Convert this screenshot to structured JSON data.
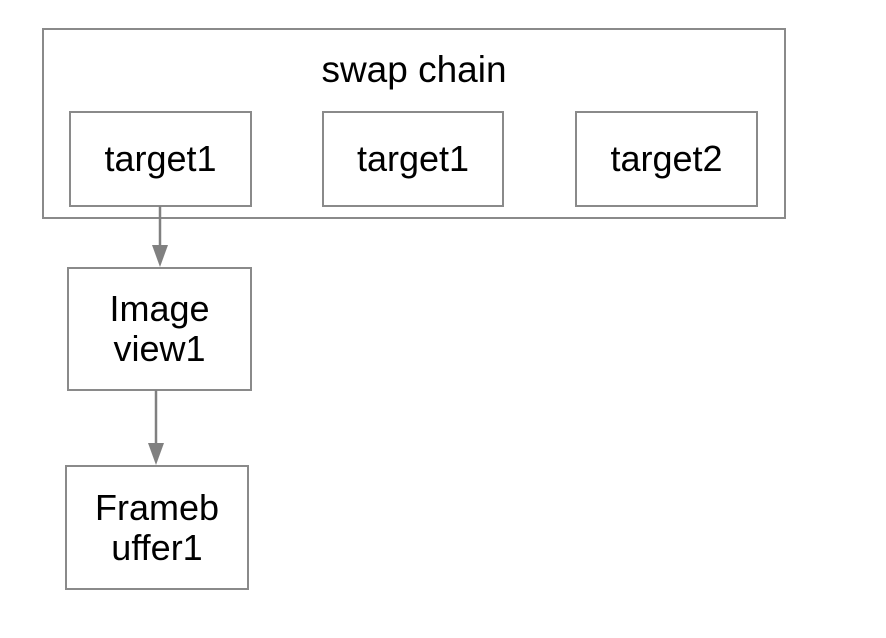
{
  "diagram": {
    "container": {
      "title": "swap chain"
    },
    "nodes": {
      "target_a": "target1",
      "target_b": "target1",
      "target_c": "target2",
      "image_view": "Image\nview1",
      "framebuffer": "Frameb\nuffer1"
    },
    "edges": [
      {
        "from": "target_a",
        "to": "image_view"
      },
      {
        "from": "image_view",
        "to": "framebuffer"
      }
    ],
    "colors": {
      "stroke": "#8a8a8a",
      "arrow": "#808080",
      "text": "#000000",
      "background": "#ffffff"
    }
  }
}
